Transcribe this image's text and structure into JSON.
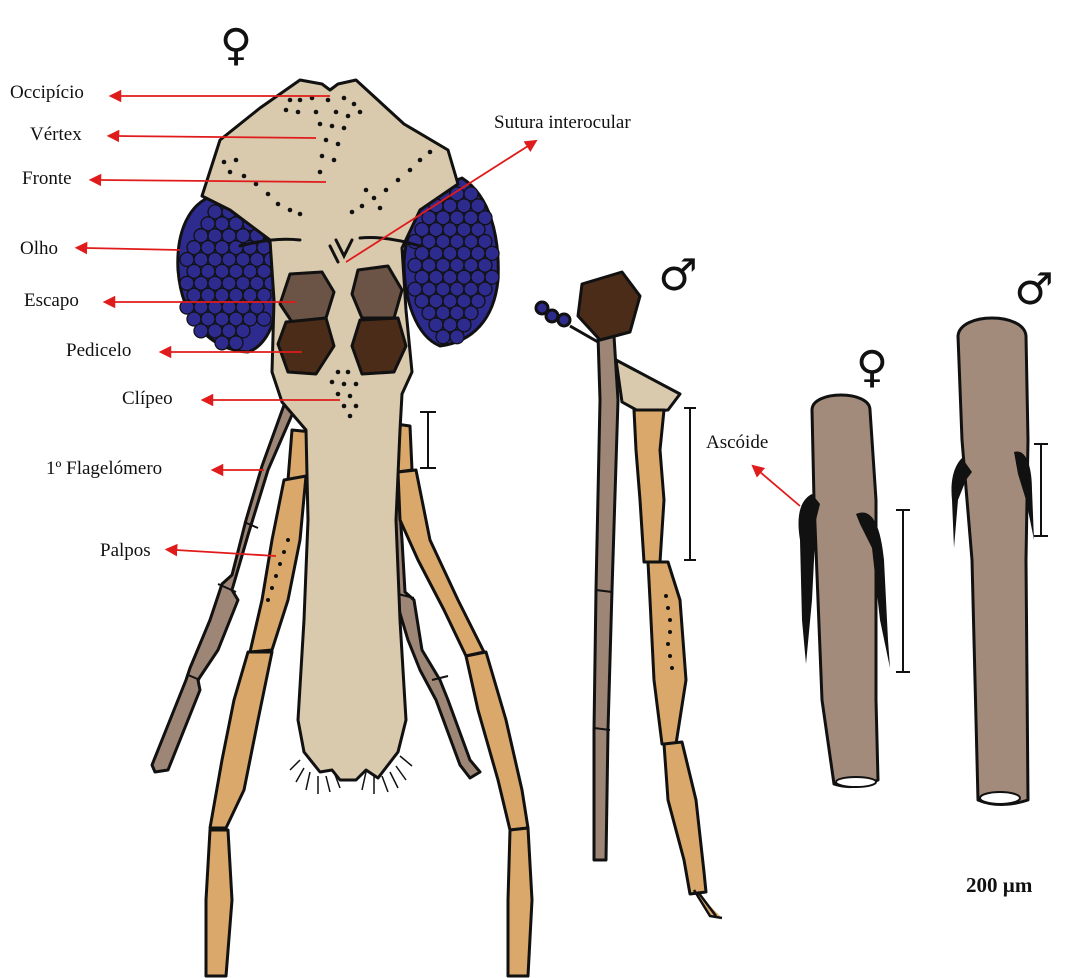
{
  "symbols": {
    "female_main": "♀",
    "male_antenna": "♂",
    "female_segment": "♀",
    "male_segment": "♂"
  },
  "labels": {
    "occipicio": "Occipício",
    "vertex": "Vértex",
    "fronte": "Fronte",
    "olho": "Olho",
    "escapo": "Escapo",
    "pedicelo": "Pedicelo",
    "clipeo": "Clípeo",
    "flagelomero": "1º Flagelómero",
    "palpos": "Palpos",
    "sutura": "Sutura interocular",
    "ascoide": "Ascóide"
  },
  "scale_bar": "200 µm",
  "colors": {
    "head": "#d9c9ad",
    "eye": "#2e2b8f",
    "escapo": "#6b5445",
    "pedicelo": "#4a2c18",
    "antenna": "#9e8677",
    "palp": "#d9a86a",
    "segment": "#a38b7c",
    "arrow": "#e01b1b",
    "outline": "#111111"
  }
}
